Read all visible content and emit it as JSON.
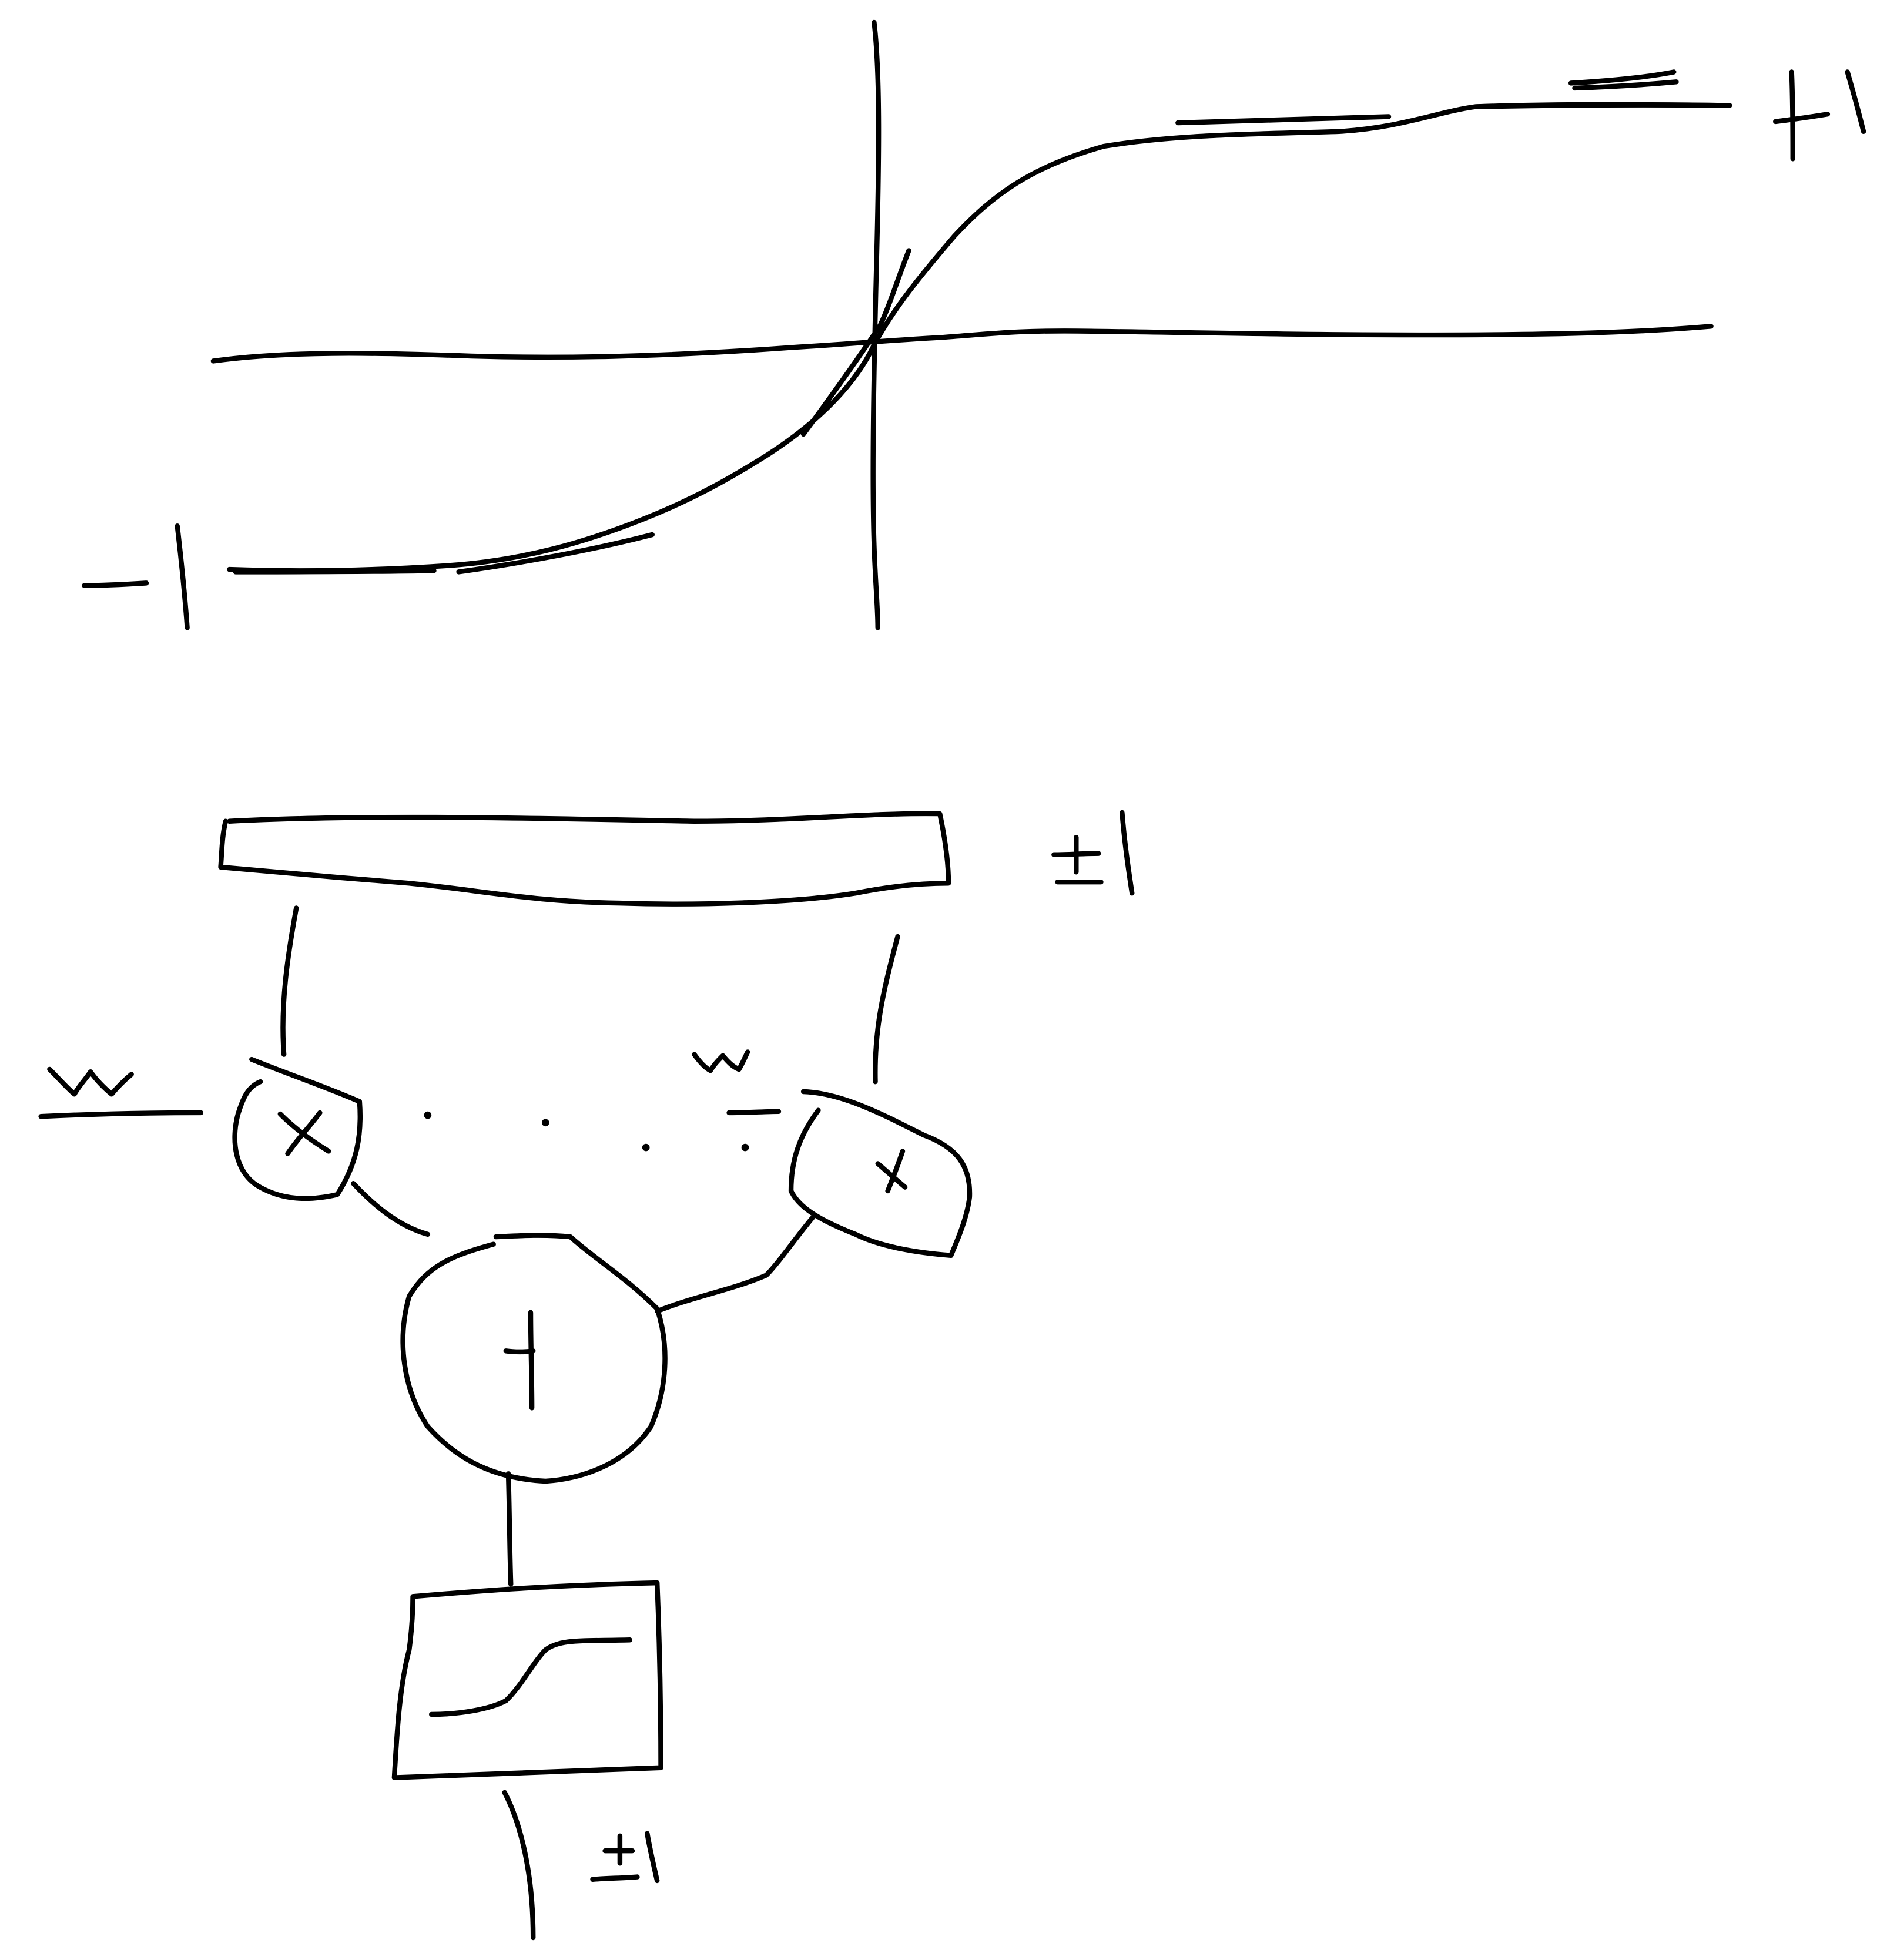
{
  "canvas": {
    "background_color": "#ffffff",
    "ink_color": "#000000"
  },
  "graph": {
    "curve_shape": "tanh",
    "y_max_label": "+1",
    "y_min_label": "-1"
  },
  "neuron": {
    "bus_label": "±1",
    "weight_labels": [
      "w",
      "w"
    ],
    "multiplier_symbol": "×",
    "summation_symbol": "+",
    "activation_icon": "sigmoid-step-icon",
    "output_label": "±1"
  }
}
